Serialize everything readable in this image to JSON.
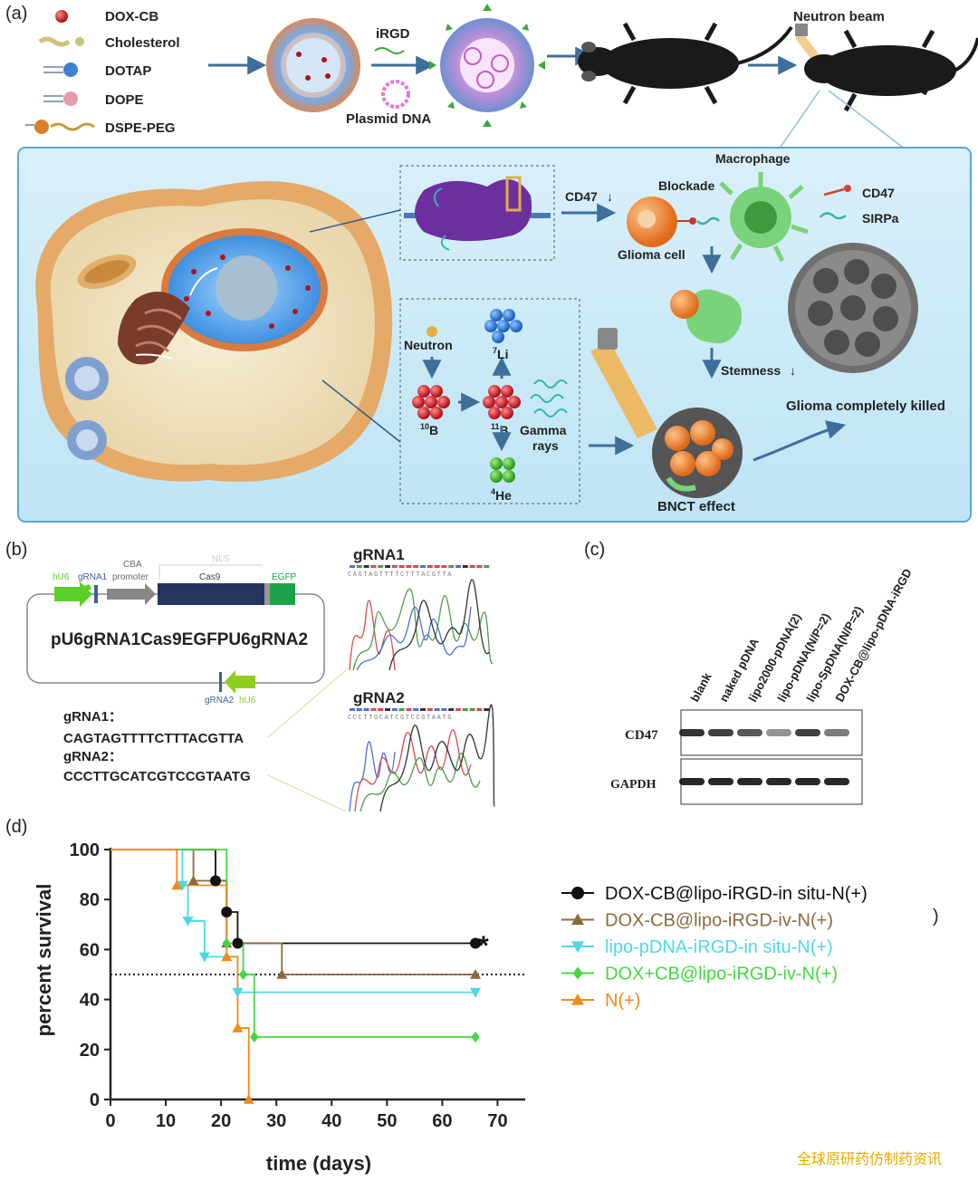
{
  "panel_labels": {
    "a": "(a)",
    "b": "(b)",
    "c": "(c)",
    "d": "(d)"
  },
  "panel_a": {
    "legend": [
      {
        "label": "DOX-CB",
        "color": "#c62828"
      },
      {
        "label": "Cholesterol",
        "color": "#c9c27a"
      },
      {
        "label": "DOTAP",
        "color": "#3f7fd6"
      },
      {
        "label": "DOPE",
        "color": "#e99aa8"
      },
      {
        "label": "DSPE-PEG",
        "color": "#d9822b"
      }
    ],
    "irgd": "iRGD",
    "plasmid": "Plasmid DNA",
    "neutron_beam": "Neutron beam",
    "macrophage": "Macrophage",
    "blockade": "Blockade",
    "cd47_down": "CD47",
    "glioma_cell": "Glioma cell",
    "legend_cd47": "CD47",
    "legend_sirpa": "SIRPa",
    "neutron": "Neutron",
    "li7": "Li",
    "li7_sup": "7",
    "b10": "B",
    "b10_sup": "10",
    "b11": "B",
    "b11_sup": "11",
    "he4": "He",
    "he4_sup": "4",
    "gamma1": "Gamma",
    "gamma2": "rays",
    "stemness": "Stemness",
    "glioma_killed": "Glioma completely killed",
    "bnct": "BNCT effect"
  },
  "panel_b": {
    "plasmid_name": "pU6gRNA1Cas9EGFPU6gRNA2",
    "parts": {
      "hu6": "hU6",
      "grna1": "gRNA1",
      "cba": "CBA promoter",
      "nls": "NLS",
      "cas9": "Cas9",
      "egfp": "EGFP",
      "grna2": "gRNA2",
      "hu6b": "hU6"
    },
    "grna1_label": "gRNA1：",
    "grna1_seq": "CAGTAGTTTTCTTTACGTTA",
    "grna2_label": "gRNA2：",
    "grna2_seq": "CCCTTGCATCGTCCGTAATG",
    "chrom1_title": "gRNA1",
    "chrom1_seq": "CAGTAGTTTTCTTTACGTTA",
    "chrom2_title": "gRNA2",
    "chrom2_seq": "CCCTTGCATCGTCCGTAATG"
  },
  "panel_c": {
    "lanes": [
      "blank",
      "naked pDNA",
      "lipo2000-pDNA(2)",
      "lipo-pDNA(N/P=2)",
      "lipo-SpDNA(N/P=2)",
      "DOX-CB@lipo-pDNA-iRGD"
    ],
    "rows": [
      {
        "label": "CD47",
        "intensity": [
          0.85,
          0.8,
          0.7,
          0.45,
          0.8,
          0.55
        ]
      },
      {
        "label": "GAPDH",
        "intensity": [
          0.9,
          0.9,
          0.9,
          0.9,
          0.9,
          0.9
        ]
      }
    ]
  },
  "watermark": "全球原研药仿制药资讯",
  "chart_data": {
    "type": "line",
    "step": true,
    "xlabel": "time (days)",
    "ylabel": "percent survival",
    "xlim": [
      0,
      75
    ],
    "ylim": [
      0,
      100
    ],
    "xticks": [
      0,
      10,
      20,
      30,
      40,
      50,
      60,
      70
    ],
    "yticks": [
      0,
      20,
      40,
      60,
      80,
      100
    ],
    "reference_line": 50,
    "annotation": "*",
    "legend_position": "right",
    "series": [
      {
        "name": "DOX-CB@lipo-iRGD-in situ-N(+)",
        "color": "#111111",
        "marker": "circle",
        "x": [
          0,
          19,
          21,
          23,
          66
        ],
        "y": [
          100,
          87.5,
          75,
          62.5,
          62.5
        ]
      },
      {
        "name": "DOX-CB@lipo-iRGD-iv-N(+)",
        "color": "#8c6a3f",
        "marker": "triangle-up",
        "x": [
          0,
          15,
          21,
          31,
          66
        ],
        "y": [
          100,
          87.5,
          62.5,
          50,
          50
        ]
      },
      {
        "name": "lipo-pDNA-iRGD-in situ-N(+)",
        "color": "#4dd8ea",
        "marker": "triangle-down",
        "x": [
          0,
          13,
          14,
          17,
          23,
          66
        ],
        "y": [
          100,
          85.7,
          71.4,
          57.1,
          42.9,
          42.9
        ]
      },
      {
        "name": "DOX+CB@lipo-iRGD-iv-N(+)",
        "color": "#44d844",
        "marker": "diamond",
        "x": [
          0,
          21,
          24,
          26,
          66
        ],
        "y": [
          100,
          62.5,
          50,
          25,
          25
        ]
      },
      {
        "name": "N(+)",
        "color": "#f08a1c",
        "marker": "triangle-up",
        "x": [
          0,
          12,
          21,
          23,
          25
        ],
        "y": [
          100,
          85.7,
          57.1,
          28.6,
          0
        ]
      }
    ]
  }
}
